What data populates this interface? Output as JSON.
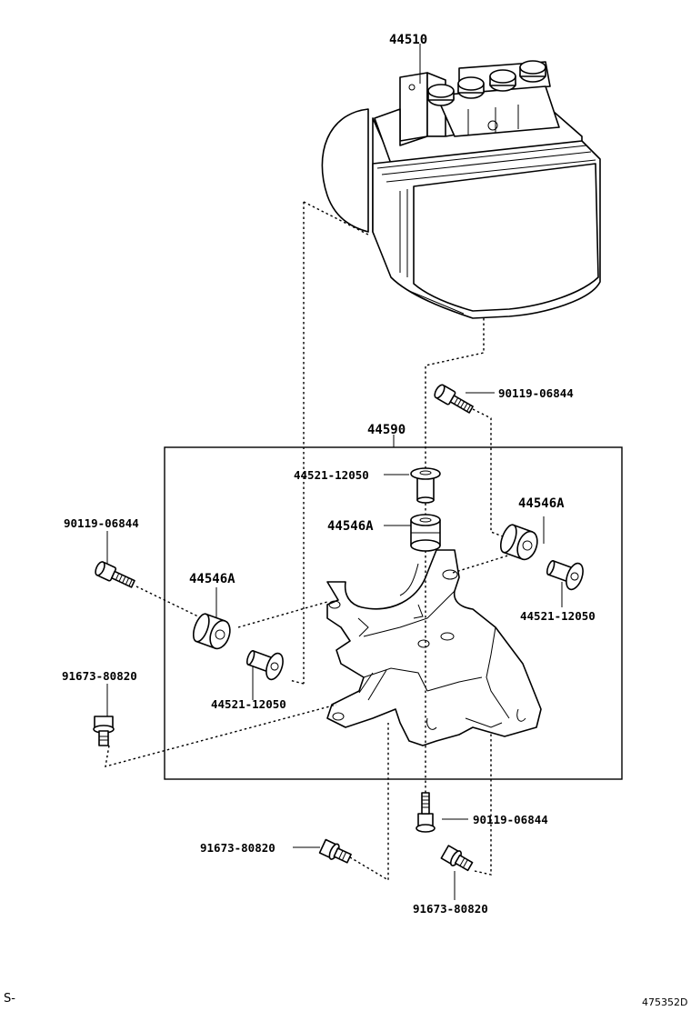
{
  "labels": {
    "actuator": "44510",
    "bracket": "44590",
    "bolt_top_right": "90119-06844",
    "collar_center": "44521-12050",
    "cushion_center": "44546A",
    "bolt_left": "90119-06844",
    "cushion_right": "44546A",
    "cushion_left": "44546A",
    "collar_right": "44521-12050",
    "collar_left": "44521-12050",
    "bolt_lower_left": "91673-80820",
    "bolt_bottom_center": "90119-06844",
    "bolt_bottom_left": "91673-80820",
    "bolt_bottom_right": "91673-80820"
  },
  "footer": {
    "left_code": "S-",
    "figure_id": "475352D"
  }
}
